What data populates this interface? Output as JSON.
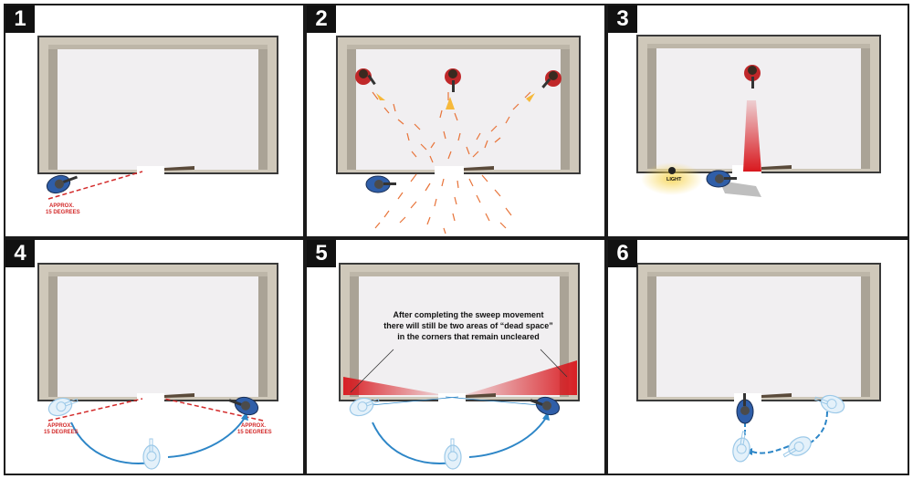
{
  "panels": [
    {
      "number": "1",
      "labels": [
        "APPROX.",
        "15 DEGREES"
      ]
    },
    {
      "number": "2"
    },
    {
      "number": "3",
      "labels": [
        "LIGHT"
      ]
    },
    {
      "number": "4",
      "labels": [
        "APPROX.",
        "15 DEGREES"
      ]
    },
    {
      "number": "5",
      "caption": [
        "After completing the sweep movement",
        "there will still be two areas of “dead space”",
        "in the corners that remain uncleared"
      ]
    },
    {
      "number": "6"
    }
  ],
  "colors": {
    "wall_outer": "#c9c2b4",
    "wall_inner": "#8e887c",
    "floor": "#f1eff1",
    "soldier": "#2f5ea8",
    "ghost": "#9cc9e8",
    "arrow": "#2d86c7",
    "fire": "#e8743a",
    "danger": "#d8171d",
    "light": "#f6d34a"
  }
}
